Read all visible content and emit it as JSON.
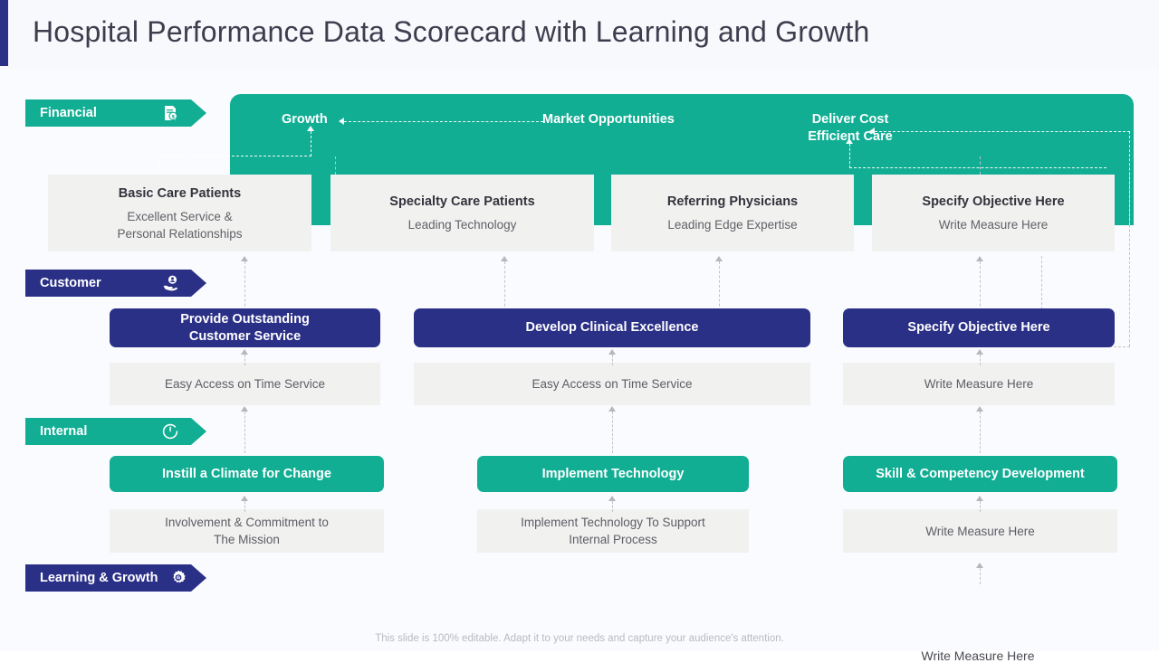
{
  "header": {
    "title": "Hospital Performance Data Scorecard with Learning and Growth",
    "accent_color": "#2b3087"
  },
  "theme": {
    "teal": "#12ae94",
    "navy": "#2b3087",
    "card_grey": "#f1f1f0",
    "canvas": "#fafbfe"
  },
  "perspectives": [
    {
      "label": "Financial",
      "icon": "invoice-money-icon",
      "color": "#12ae94"
    },
    {
      "label": "Customer",
      "icon": "hand-user-icon",
      "color": "#2b3087"
    },
    {
      "label": "Internal",
      "icon": "clock-refresh-icon",
      "color": "#12ae94"
    },
    {
      "label": "Learning & Growth",
      "icon": "gear-icon",
      "color": "#2b3087"
    }
  ],
  "financial_banner": {
    "nodes": [
      {
        "label": "Growth"
      },
      {
        "label": "Market Opportunities"
      },
      {
        "label": "Deliver Cost Efficient Care",
        "line1": "Deliver Cost",
        "line2": "Efficient Care"
      }
    ]
  },
  "financial_cards": [
    {
      "title": "Basic Care Patients",
      "sub_line1": "Excellent Service &",
      "sub_line2": "Personal Relationships",
      "sub": "Excellent Service & Personal Relationships"
    },
    {
      "title": "Specialty Care Patients",
      "sub": "Leading Technology"
    },
    {
      "title": "Referring Physicians",
      "sub": "Leading Edge Expertise"
    },
    {
      "title": "Specify Objective Here",
      "sub": "Write Measure Here"
    }
  ],
  "customer_row": {
    "objectives": [
      {
        "label": "Provide Outstanding Customer Service",
        "line1": "Provide Outstanding",
        "line2": "Customer Service"
      },
      {
        "label": "Develop Clinical Excellence"
      },
      {
        "label": "Specify Objective Here"
      }
    ],
    "measures": [
      {
        "text": "Easy Access on Time Service"
      },
      {
        "text": "Easy Access on Time Service"
      },
      {
        "text": "Write Measure Here"
      }
    ]
  },
  "internal_row": {
    "objectives": [
      {
        "label": "Instill a Climate for Change"
      },
      {
        "label": "Implement Technology"
      },
      {
        "label": "Skill & Competency Development"
      }
    ],
    "measures": [
      {
        "text": "Involvement & Commitment to The Mission",
        "line1": "Involvement & Commitment to",
        "line2": "The Mission"
      },
      {
        "text": "Implement Technology To Support Internal Process",
        "line1": "Implement Technology To Support",
        "line2": "Internal Process"
      },
      {
        "text": "Write Measure Here"
      }
    ]
  },
  "learning_row": {
    "loose_measure": "Write Measure Here"
  },
  "footer": {
    "note": "This slide is 100% editable. Adapt it to your needs and capture your audience's attention."
  }
}
